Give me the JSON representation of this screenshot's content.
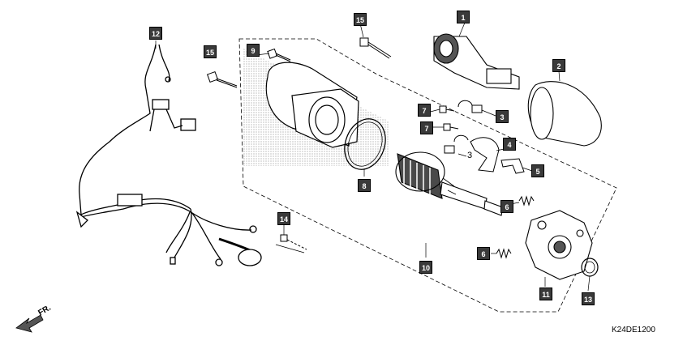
{
  "callouts": {
    "c1": "1",
    "c2": "2",
    "c3": "3",
    "c3b": "3",
    "c4": "4",
    "c5": "5",
    "c6a": "6",
    "c6b": "6",
    "c7a": "7",
    "c7b": "7",
    "c8": "8",
    "c9": "9",
    "c10": "10",
    "c11": "11",
    "c12": "12",
    "c13": "13",
    "c14": "14",
    "c15a": "15",
    "c15b": "15"
  },
  "direction_label": "FR.",
  "diagram_code": "K24DE1200"
}
